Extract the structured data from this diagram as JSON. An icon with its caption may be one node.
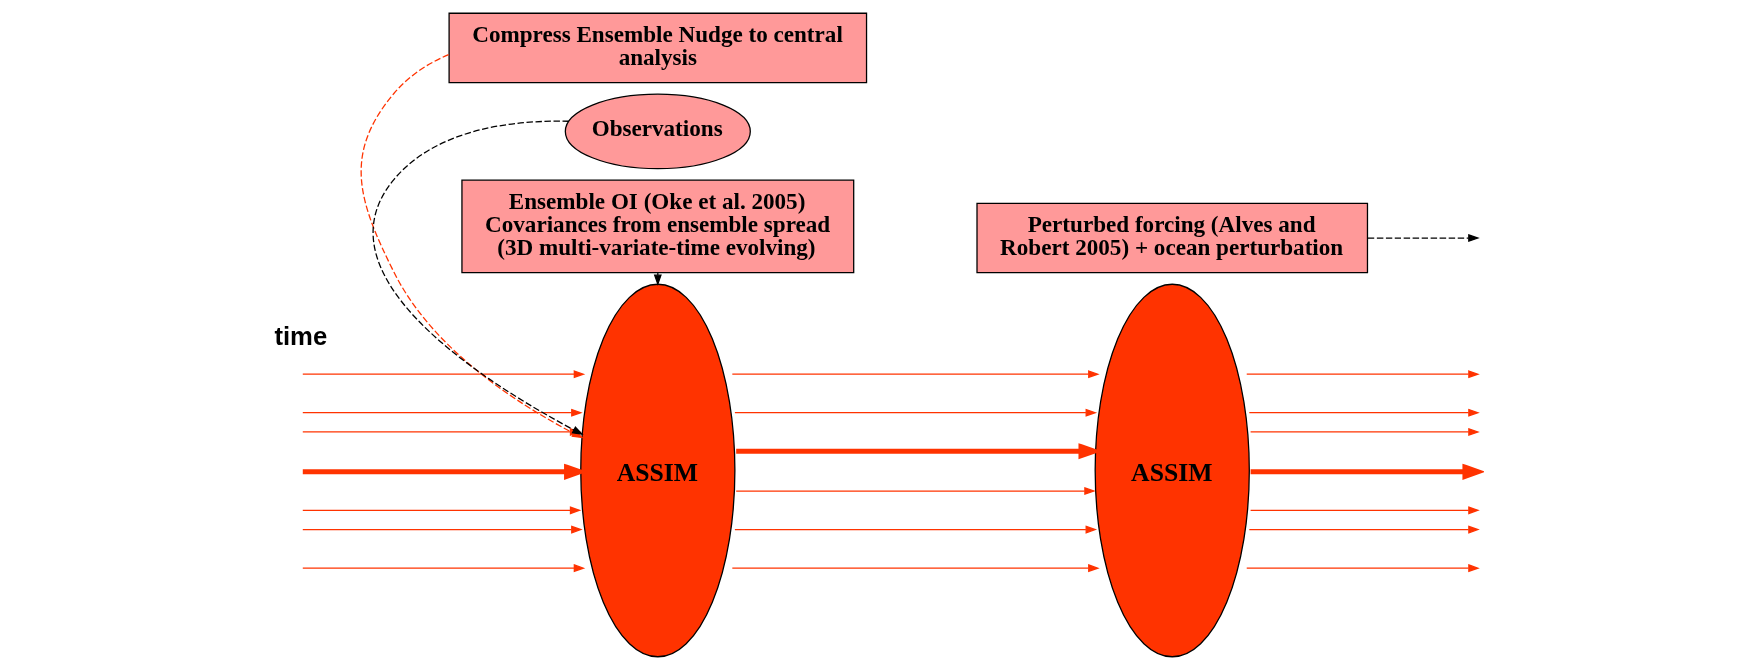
{
  "diagram": {
    "nodes": [
      {
        "text": [
          "Compress Ensemble Nudge to central analysis"
        ]
      },
      {
        "text": [
          "ASSIM"
        ]
      },
      {
        "text": [
          "ASSIM"
        ]
      },
      {
        "text": [
          "Observations"
        ]
      },
      {
        "text": [
          "Ensemble OI (Oke et al. 2005) Covariances from ensemble spread (3D multi-variate-time evolving)"
        ]
      },
      {
        "text": [
          "Perturbed forcing (Alves and Robert 2005) + ocean perturbation"
        ]
      }
    ],
    "edges": [
      {
        "from": 0,
        "to": 1,
        "arrow": "to",
        "style": "dashed"
      },
      {
        "from": null,
        "to": 1,
        "arrow": "to"
      },
      {
        "from": null,
        "to": 1,
        "arrow": "to"
      },
      {
        "from": null,
        "to": 1,
        "arrow": "to"
      },
      {
        "from": null,
        "to": 1,
        "arrow": "to"
      },
      {
        "from": null,
        "to": 1,
        "arrow": "to"
      },
      {
        "from": null,
        "to": 1,
        "arrow": "to"
      },
      {
        "from": null,
        "to": 1,
        "arrow": "to",
        "style": "thick"
      },
      {
        "from": 1,
        "to": 2,
        "arrow": "to"
      },
      {
        "from": 1,
        "to": 2,
        "arrow": "to"
      },
      {
        "from": 1,
        "to": 2,
        "arrow": "to",
        "style": "thick"
      },
      {
        "from": 1,
        "to": 2,
        "arrow": "to"
      },
      {
        "from": 1,
        "to": 2,
        "arrow": "to"
      },
      {
        "from": 1,
        "to": 2,
        "arrow": "to"
      },
      {
        "from": 2,
        "to": null,
        "arrow": "to"
      },
      {
        "from": 2,
        "to": null,
        "arrow": "to"
      },
      {
        "from": 2,
        "to": null,
        "arrow": "to"
      },
      {
        "from": 2,
        "to": null,
        "arrow": "to"
      },
      {
        "from": 2,
        "to": null,
        "arrow": "to"
      },
      {
        "from": 2,
        "to": null,
        "arrow": "to"
      },
      {
        "from": 2,
        "to": null,
        "arrow": "to",
        "style": "thick"
      },
      {
        "from": 3,
        "to": 1,
        "arrow": "to",
        "style": "dashed",
        "color": "#000000"
      },
      {
        "from": 4,
        "to": 1,
        "arrow": "to",
        "style": "dashed",
        "color": "#000000"
      },
      {
        "from": 5,
        "to": null,
        "arrow": "to",
        "style": "dashed",
        "color": "#000000"
      }
    ],
    "labels": [
      "time"
    ]
  }
}
